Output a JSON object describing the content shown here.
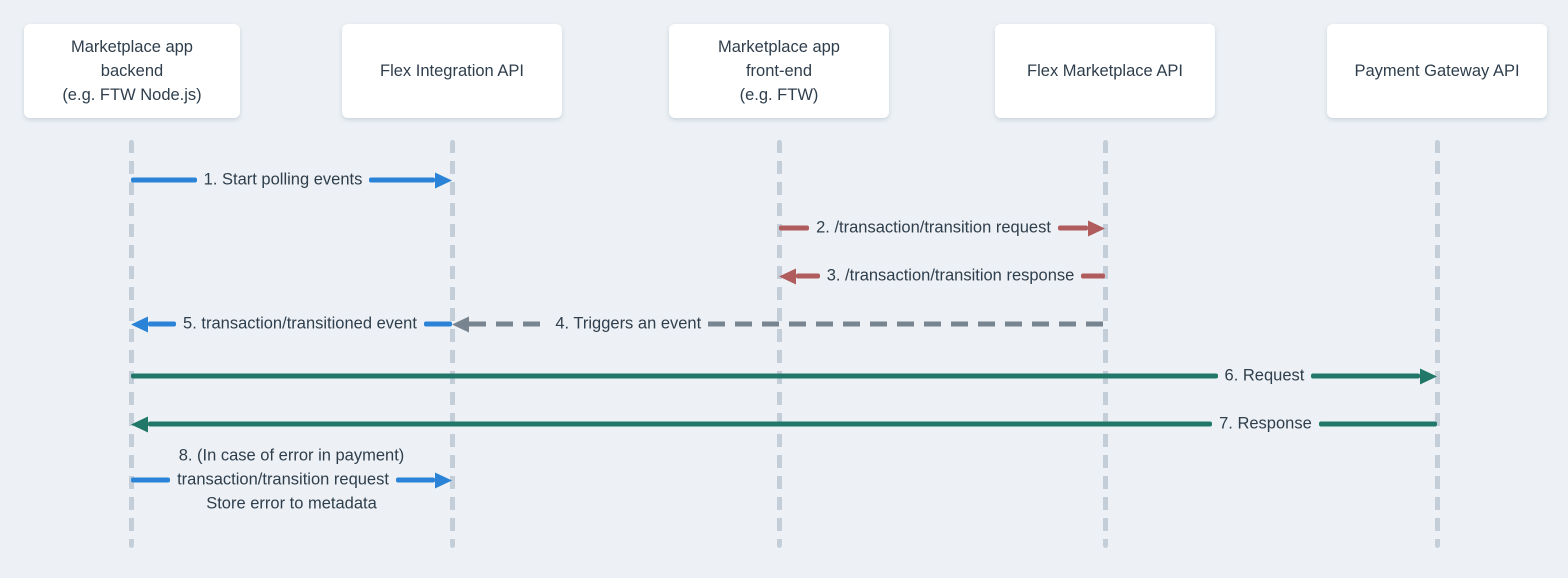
{
  "colors": {
    "background": "#edf1f5",
    "actor_box": "#ffffff",
    "text": "#2f3e4c",
    "lifeline": "#c4ced8",
    "arrow_blue": "#2b83d8",
    "arrow_red": "#b05c5c",
    "arrow_green": "#217868",
    "arrow_gray": "#78848f"
  },
  "actors": [
    {
      "id": "marketplace-app-backend",
      "lines": [
        "Marketplace app",
        "backend",
        "(e.g. FTW Node.js)"
      ]
    },
    {
      "id": "flex-integration-api",
      "lines": [
        "Flex Integration API"
      ]
    },
    {
      "id": "marketplace-app-frontend",
      "lines": [
        "Marketplace app",
        "front-end",
        "(e.g. FTW)"
      ]
    },
    {
      "id": "flex-marketplace-api",
      "lines": [
        "Flex Marketplace API"
      ]
    },
    {
      "id": "payment-gateway-api",
      "lines": [
        "Payment Gateway API"
      ]
    }
  ],
  "messages": [
    {
      "label": "1. Start polling events",
      "from": "marketplace-app-backend",
      "to": "flex-integration-api",
      "color": "blue",
      "style": "solid"
    },
    {
      "label": "2. /transaction/transition request",
      "from": "marketplace-app-frontend",
      "to": "flex-marketplace-api",
      "color": "red",
      "style": "solid"
    },
    {
      "label": "3. /transaction/transition response",
      "from": "flex-marketplace-api",
      "to": "marketplace-app-frontend",
      "color": "red",
      "style": "solid"
    },
    {
      "label": "4. Triggers an event",
      "from": "flex-marketplace-api",
      "to": "flex-integration-api",
      "color": "gray",
      "style": "dashed"
    },
    {
      "label": "5. transaction/transitioned event",
      "from": "flex-integration-api",
      "to": "marketplace-app-backend",
      "color": "blue",
      "style": "solid"
    },
    {
      "label": "6. Request",
      "from": "marketplace-app-backend",
      "to": "payment-gateway-api",
      "color": "green",
      "style": "solid"
    },
    {
      "label": "7. Response",
      "from": "payment-gateway-api",
      "to": "marketplace-app-backend",
      "color": "green",
      "style": "solid"
    },
    {
      "label_lines": [
        "8. (In case of error in payment)",
        "transaction/transition request",
        "Store error to metadata"
      ],
      "from": "marketplace-app-backend",
      "to": "flex-integration-api",
      "color": "blue",
      "style": "solid"
    }
  ]
}
